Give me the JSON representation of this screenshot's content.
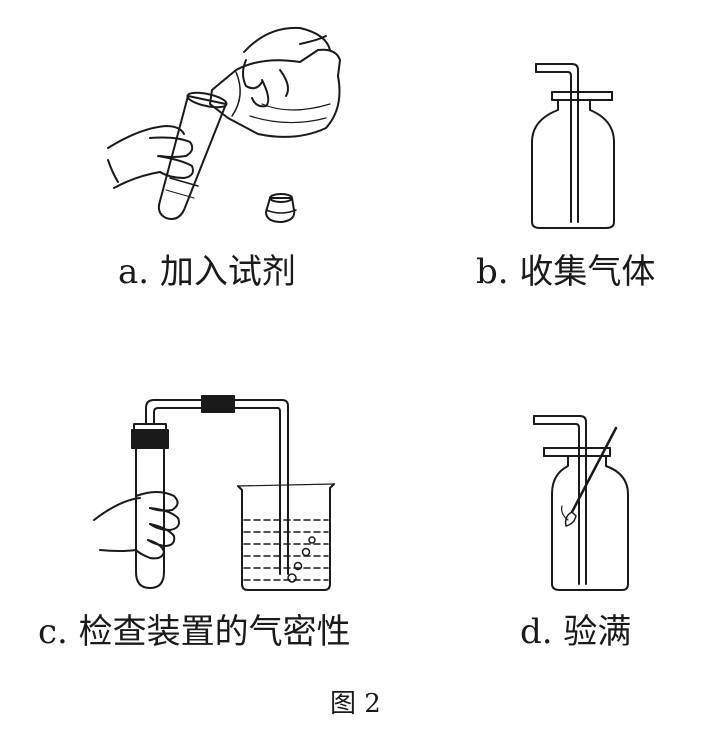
{
  "panels": {
    "a": {
      "caption": "a. 加入试剂"
    },
    "b": {
      "caption": "b. 收集气体"
    },
    "c": {
      "caption": "c. 检查装置的气密性"
    },
    "d": {
      "caption": "d. 验满"
    }
  },
  "figure_label": "图 2",
  "colors": {
    "ink": "#1a1a1a",
    "background": "#ffffff"
  }
}
